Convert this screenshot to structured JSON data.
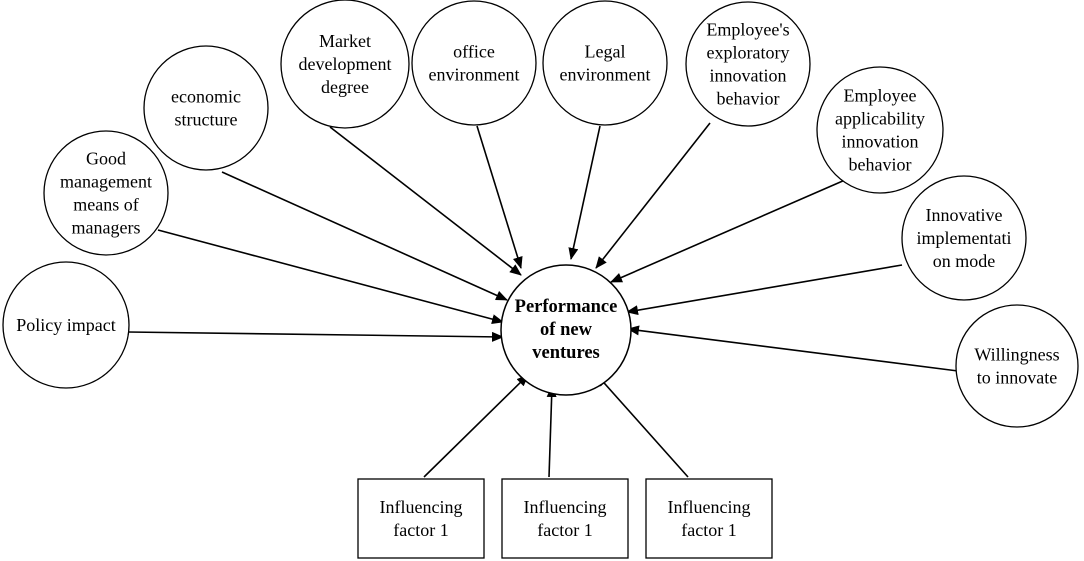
{
  "diagram": {
    "center": {
      "lines": [
        "Performance",
        "of new",
        "ventures"
      ]
    },
    "factors": [
      {
        "id": "policy-impact",
        "lines": [
          "Policy impact"
        ]
      },
      {
        "id": "good-management",
        "lines": [
          "Good",
          "management",
          "means of",
          "managers"
        ]
      },
      {
        "id": "economic-structure",
        "lines": [
          "economic",
          "structure"
        ]
      },
      {
        "id": "market-development",
        "lines": [
          "Market",
          "development",
          "degree"
        ]
      },
      {
        "id": "office-environment",
        "lines": [
          "office",
          "environment"
        ]
      },
      {
        "id": "legal-environment",
        "lines": [
          "Legal",
          "environment"
        ]
      },
      {
        "id": "employee-exploratory",
        "lines": [
          "Employee's",
          "exploratory",
          "innovation",
          "behavior"
        ]
      },
      {
        "id": "employee-applicability",
        "lines": [
          "Employee",
          "applicability",
          "innovation",
          "behavior"
        ]
      },
      {
        "id": "innovative-implementation",
        "lines": [
          "Innovative",
          "implementati",
          "on mode"
        ]
      },
      {
        "id": "willingness-innovate",
        "lines": [
          "Willingness",
          "to innovate"
        ]
      }
    ],
    "boxes": [
      {
        "id": "influencing-factor-a",
        "lines": [
          "Influencing",
          "factor 1"
        ]
      },
      {
        "id": "influencing-factor-b",
        "lines": [
          "Influencing",
          "factor 1"
        ]
      },
      {
        "id": "influencing-factor-c",
        "lines": [
          "Influencing",
          "factor 1"
        ]
      }
    ]
  }
}
